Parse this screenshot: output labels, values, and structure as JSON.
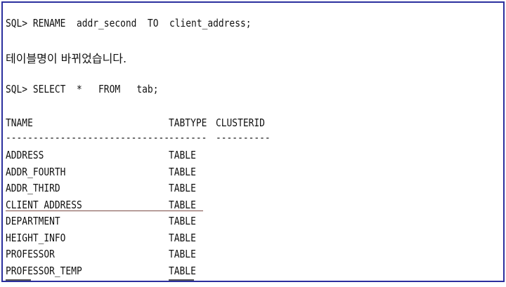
{
  "window": {
    "border_color": "#2b2f9e"
  },
  "console": {
    "cmd1": "SQL> RENAME  addr_second  TO  client_address;",
    "msg1": "테이블명이 바뀌었습니다.",
    "cmd2": "SQL> SELECT  *   FROM   tab;",
    "header": {
      "tname": "TNAME",
      "tabtype": "TABTYPE",
      "clusterid": "CLUSTERID"
    },
    "separator": {
      "tname": "------------------------------",
      "tabtype": "-------",
      "clusterid": "----------"
    },
    "rows": [
      {
        "tname": "ADDRESS",
        "tabtype": "TABLE"
      },
      {
        "tname": "ADDR_FOURTH",
        "tabtype": "TABLE"
      },
      {
        "tname": "ADDR_THIRD",
        "tabtype": "TABLE"
      },
      {
        "tname": "CLIENT_ADDRESS",
        "tabtype": "TABLE"
      },
      {
        "tname": "DEPARTMENT",
        "tabtype": "TABLE"
      },
      {
        "tname": "HEIGHT_INFO",
        "tabtype": "TABLE"
      },
      {
        "tname": "PROFESSOR",
        "tabtype": "TABLE"
      },
      {
        "tname": "PROFESSOR_TEMP",
        "tabtype": "TABLE"
      }
    ]
  }
}
